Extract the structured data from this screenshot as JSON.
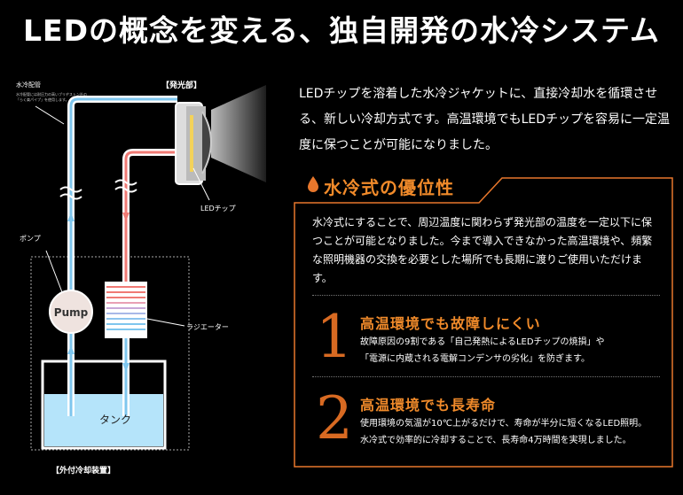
{
  "header": {
    "title": "LEDの概念を変える、独自開発の水冷システム"
  },
  "diagram": {
    "water_pipe_label": "水冷配管",
    "water_pipe_note_1": "水冷配管には耐圧力の高いブリヂストン社の",
    "water_pipe_note_2": "「らく楽パイプ」を使用します。",
    "light_unit_label": "【発光部】",
    "led_chip_label": "LEDチップ",
    "pump_label": "ポンプ",
    "pump_text": "Pump",
    "radiator_label": "ラジエーター",
    "tank_label": "タンク",
    "external_unit_label": "【外付冷却装置】",
    "colors": {
      "cold": "#7ec6ee",
      "hot": "#f07a74",
      "water": "#8fd3f4",
      "tank_fill": "#b5e4fa"
    }
  },
  "intro": {
    "text": "LEDチップを溶着した水冷ジャケットに、直接冷却水を循環させる、新しい冷却方式です。高温環境でもLEDチップを容易に一定温度に保つことが可能になりました。"
  },
  "advantage": {
    "icon": "water-drop-icon",
    "title": "水冷式の優位性",
    "description": "水冷式にすることで、周辺温度に関わらず発光部の温度を一定以下に保つことが可能となりました。今まで導入できなかった高温環境や、頻繁な照明機器の交換を必要とした場所でも長期に渡りご使用いただけます。",
    "accent": "#e8772c",
    "points": [
      {
        "number": "1",
        "title": "高温環境でも故障しにくい",
        "line1": "故障原因の9割である「自己発熱によるLEDチップの焼損」や",
        "line2": "「電源に内蔵される電解コンデンサの劣化」を防ぎます。"
      },
      {
        "number": "2",
        "title": "高温環境でも長寿命",
        "line1": "使用環境の気温が10℃上がるだけで、寿命が半分に短くなるLED照明。",
        "line2": "水冷式で効率的に冷却することで、長寿命4万時間を実現しました。"
      }
    ]
  }
}
